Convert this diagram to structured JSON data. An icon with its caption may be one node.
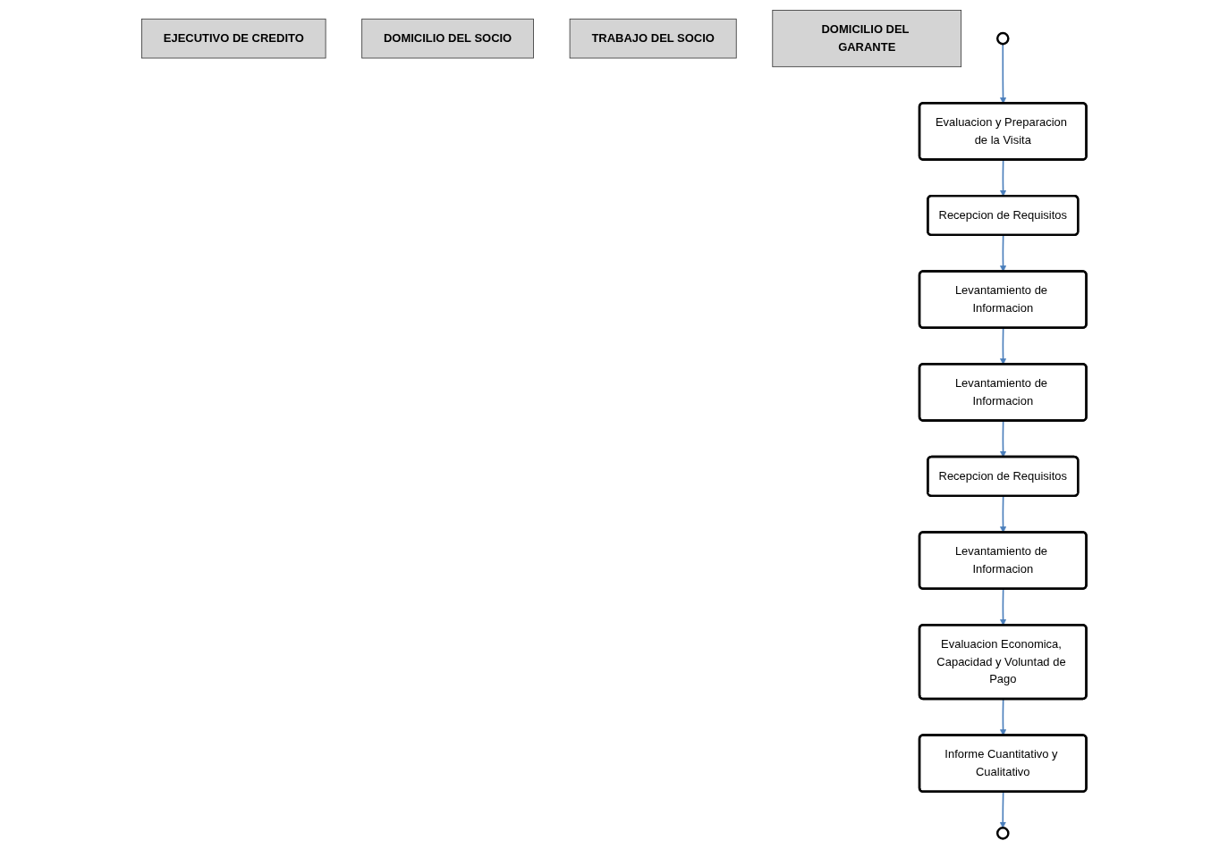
{
  "diagram": {
    "nodes": [
      {
        "text": [
          "EJECUTIVO DE CREDITO"
        ]
      },
      {
        "text": [
          "DOMICILIO DEL SOCIO"
        ]
      },
      {
        "text": [
          "TRABAJO DEL SOCIO"
        ]
      },
      {
        "text": [
          "DOMICILIO DEL GARANTE"
        ]
      },
      {
        "text": [],
        "shape": "circle"
      },
      {
        "text": [
          "Evaluacion y Preparacion de la Visita"
        ]
      },
      {
        "text": [
          "Recepcion de Requisitos"
        ]
      },
      {
        "text": [
          "Levantamiento de Informacion"
        ]
      },
      {
        "text": [
          "Levantamiento de Informacion"
        ]
      },
      {
        "text": [
          "Recepcion de Requisitos"
        ]
      },
      {
        "text": [
          "Evaluacion Economica, Capacidad y Voluntad de Pago"
        ]
      },
      {
        "text": [
          "Levantamiento de Informacion"
        ]
      },
      {
        "text": [
          "Informe Cuantitativo y Cualitativo"
        ]
      },
      {
        "text": [],
        "shape": "circle"
      }
    ],
    "edges": [
      {
        "from": 4,
        "to": 5,
        "arrow": "to"
      },
      {
        "from": 5,
        "to": 6,
        "arrow": "to"
      },
      {
        "from": 6,
        "to": 7,
        "arrow": "to"
      },
      {
        "from": 7,
        "to": 8,
        "arrow": "to"
      },
      {
        "from": 8,
        "to": 9,
        "arrow": "to"
      },
      {
        "from": 9,
        "to": 11,
        "arrow": "to"
      },
      {
        "from": 11,
        "to": 10,
        "arrow": "to"
      },
      {
        "from": 10,
        "to": 12,
        "arrow": "to"
      },
      {
        "from": 12,
        "to": 13,
        "arrow": "to"
      }
    ]
  }
}
